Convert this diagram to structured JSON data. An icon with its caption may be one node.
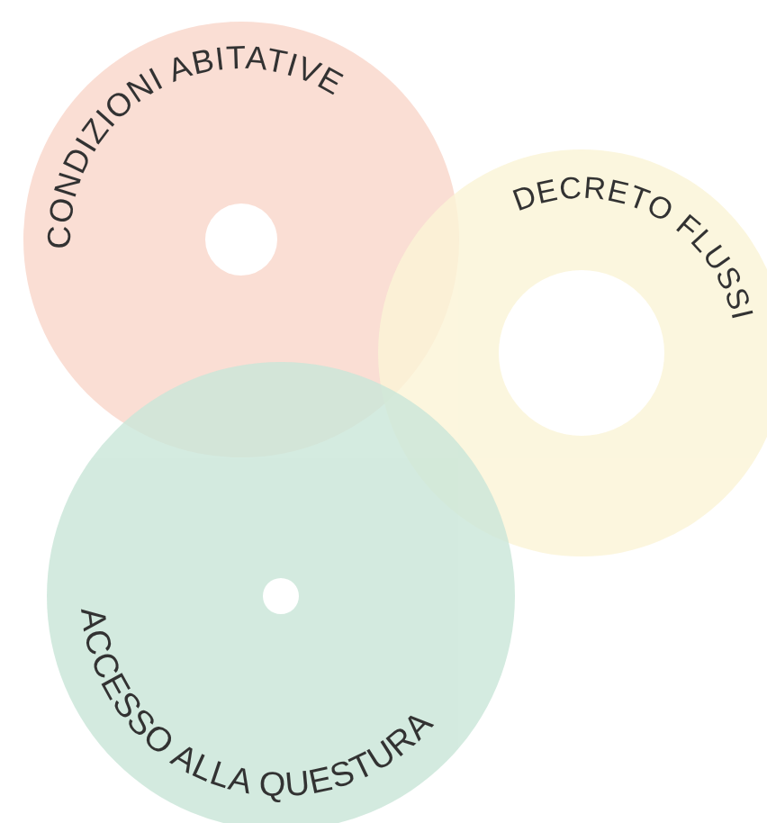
{
  "diagram": {
    "nodes": [
      {
        "text": [
          "CONDIZIONI ABITATIVE"
        ]
      },
      {
        "text": [
          "DECRETO FLUSSI"
        ]
      },
      {
        "text": [
          "ACCESSO ALLA QUESTURA"
        ]
      }
    ]
  }
}
